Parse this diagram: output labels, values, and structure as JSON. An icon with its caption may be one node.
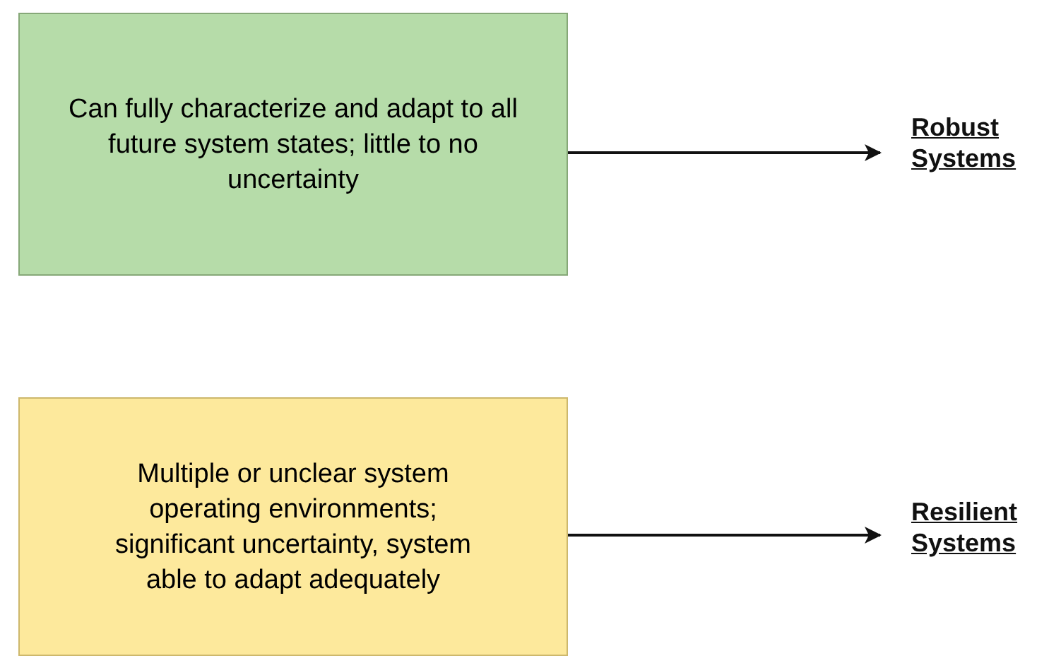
{
  "diagram": {
    "nodes": [
      {
        "text": [
          "Can fully characterize and adapt to all future system states; little to no uncertainty"
        ]
      },
      {
        "text": [
          "Robust Systems"
        ]
      },
      {
        "text": [
          "Multiple or unclear system operating environments; significant uncertainty, system able to adapt adequately"
        ]
      },
      {
        "text": [
          "Resilient Systems"
        ]
      }
    ],
    "edges": [
      {
        "from": 0,
        "to": 1,
        "arrow": "to"
      },
      {
        "from": 2,
        "to": 3,
        "arrow": "to"
      }
    ]
  }
}
